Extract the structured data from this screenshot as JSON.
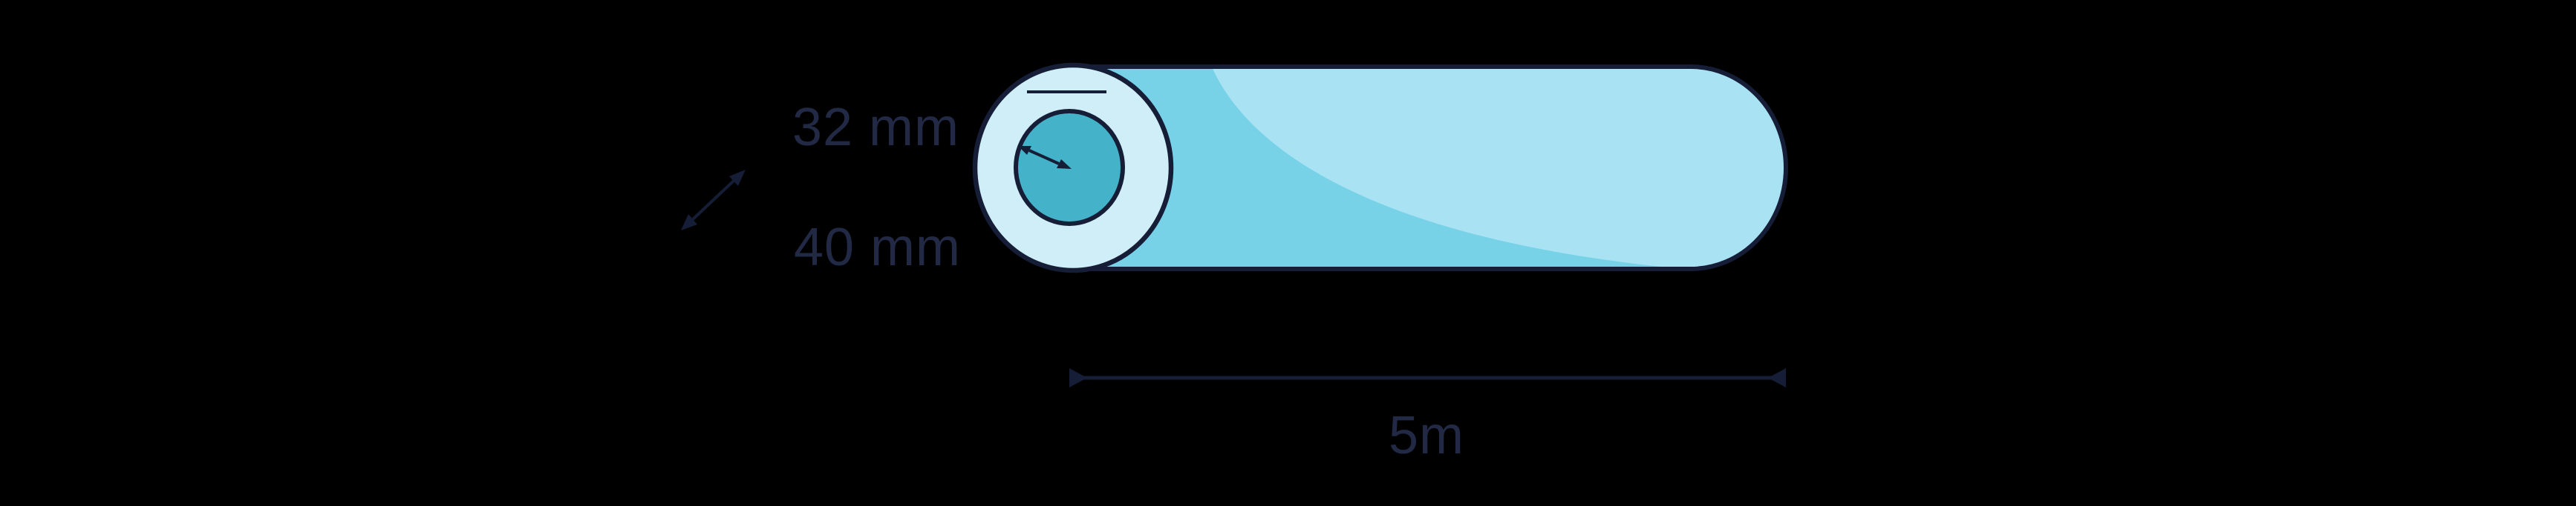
{
  "diagram": {
    "description": "Cylindrical pipe shown in 3D with its circular end face toward the viewer",
    "labels": {
      "inner_diameter": "32 mm",
      "outer_diameter": "40 mm",
      "length": "5m"
    },
    "values": {
      "inner_diameter_mm": 32,
      "outer_diameter_mm": 40,
      "length_m": 5
    }
  },
  "colors": {
    "background": "#000000",
    "outline_navy": "#151e36",
    "text_navy": "#212944",
    "pipe_body": "#77d2e8",
    "pipe_highlight": "#a9e3f3",
    "pipe_end_face": "#d0eef7",
    "pipe_bore": "#44b3c9"
  }
}
